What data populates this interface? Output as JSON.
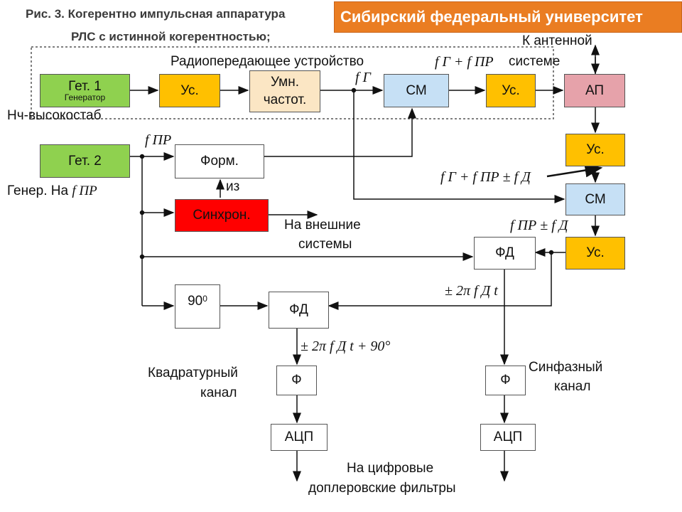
{
  "header": {
    "title_line1": "Рис. 3. Когерентно импульсная аппаратура",
    "title_line2": "РЛС с истинной когерентностью;",
    "banner": "Сибирский федеральный университет"
  },
  "colors": {
    "green": "#8fd14f",
    "yellow": "#ffc000",
    "beige": "#fbe6c4",
    "lightblue": "#c6e0f5",
    "pink": "#e6a2aa",
    "red": "#ff0000",
    "banner": "#ea7d22"
  },
  "blocks": {
    "get1": "Гет. 1",
    "get1_sub": "Генератор",
    "us1": "Ус.",
    "umn_line1": "Умн.",
    "umn_line2": "частот.",
    "cm1": "СМ",
    "us2": "Ус.",
    "ap": "АП",
    "get2": "Гет. 2",
    "form": "Форм.",
    "sync": "Синхрон.",
    "us3": "Ус.",
    "cm2": "СМ",
    "fd1": "ФД",
    "us4": "Ус.",
    "shift_base": "90",
    "shift_sup": "0",
    "fd2": "ФД",
    "f_left": "Ф",
    "f_right": "Ф",
    "adc_left": "АЦП",
    "adc_right": "АЦП"
  },
  "labels": {
    "transmitter": "Радиопередающее устройство",
    "antenna_line1": "К антенной",
    "antenna_line2": "системе",
    "nch": "Нч-высокостаб",
    "gener": "Генер. На",
    "iz": "из",
    "external_line1": "На внешние",
    "external_line2": "системы",
    "quad_line1": "Квадратурный",
    "quad_line2": "канал",
    "inphase_line1": "Синфазный",
    "inphase_line2": "канал",
    "digital_line1": "На цифровые",
    "digital_line2": "доплеровские фильтры"
  },
  "math": {
    "f_g_plus_f_pr": "f Г + f ПР",
    "f_g": "f Г",
    "f_pr": "f ПР",
    "f_g_pr_d": "f Г + f ПР ± f Д",
    "f_pr_d": "f ПР ± f Д",
    "phase1": "± 2π f Д t",
    "phase2": "± 2π f Д t + 90°",
    "gener_f_pr": "f ПР"
  }
}
